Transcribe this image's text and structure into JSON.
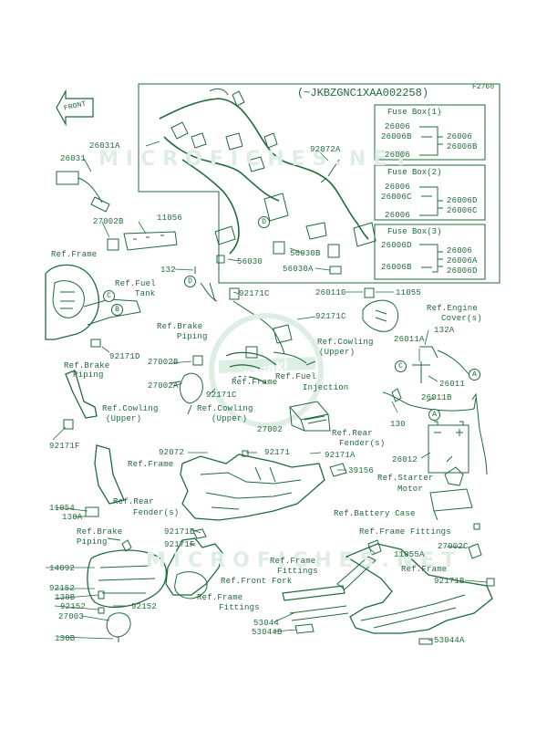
{
  "diagram": {
    "vin_range": "(~JKBZGNC1XAA002258)",
    "figure_code": "F2760",
    "watermark": "MICROFICHES.NET",
    "logo_text": "Kawasaki",
    "front_arrow": "FRONT",
    "colors": {
      "ink": "#1f6b3a",
      "watermark": "#dfeee5",
      "background": "#ffffff"
    },
    "fuse_boxes": [
      {
        "title": "Fuse Box(1)",
        "left": [
          "26006",
          "26006B",
          "26006"
        ],
        "right": [
          "26006",
          "26006B"
        ]
      },
      {
        "title": "Fuse Box(2)",
        "left": [
          "26006",
          "26006C",
          "26006"
        ],
        "right": [
          "26006D",
          "26006C"
        ]
      },
      {
        "title": "Fuse Box(3)",
        "left": [
          "26006D",
          "26006B"
        ],
        "right": [
          "26006",
          "26006A",
          "26006D"
        ]
      }
    ],
    "part_labels": {
      "p26031A": "26031A",
      "p26031": "26031",
      "p27002B_a": "27002B",
      "p11056": "11056",
      "p92072A": "92072A",
      "p56030B": "56030B",
      "p56030": "56030",
      "p56030A": "56030A",
      "p132": "132",
      "p92171C_a": "92171C",
      "p26011C": "26011C",
      "p11055": "11055",
      "p92171C_b": "92171C",
      "p132A": "132A",
      "p26011A": "26011A",
      "p92171D": "92171D",
      "p27002B_b": "27002B",
      "p27002A": "27002A",
      "p92171C_c": "92171C",
      "p26011": "26011",
      "p26011B": "26011B",
      "p27002": "27002",
      "p130": "130",
      "p92171F_a": "92171F",
      "p92072": "92072",
      "p92171": "92171",
      "p92171A": "92171A",
      "p26012": "26012",
      "p39156": "39156",
      "p11054": "11054",
      "p130A": "130A",
      "p92171E": "92171E",
      "p92171F_b": "92171F",
      "p27002C": "27002C",
      "p14092": "14092",
      "p92152_a": "92152",
      "p130B_a": "130B",
      "p11055A": "11055A",
      "p92152_b": "92152",
      "p92152_c": "92152",
      "p92171B": "92171B",
      "p27003": "27003",
      "p53044": "53044",
      "p53044B": "53044B",
      "p130B_b": "130B",
      "p53044A": "53044A"
    },
    "ref_labels": {
      "r_frame_1": "Ref.Frame",
      "r_fuel_tank_1": "Ref.Fuel",
      "r_fuel_tank_2": "Tank",
      "r_brake_piping_1a": "Ref.Brake",
      "r_brake_piping_1b": "Piping",
      "r_brake_piping_2a": "Ref.Brake",
      "r_brake_piping_2b": "Piping",
      "r_engine_cover_a": "Ref.Engine",
      "r_engine_cover_b": "Cover(s)",
      "r_cowling_upper_1a": "Ref.Cowling",
      "r_cowling_upper_1b": "(Upper)",
      "r_fuel_injection_a": "Ref.Fuel",
      "r_fuel_injection_b": "Injection",
      "r_frame_2": "Ref.Frame",
      "r_cowling_upper_2a": "Ref.Cowling",
      "r_cowling_upper_2b": "(Upper)",
      "r_cowling_upper_3a": "Ref.Cowling",
      "r_cowling_upper_3b": "(Upper)",
      "r_rear_fender_1a": "Ref.Rear",
      "r_rear_fender_1b": "Fender(s)",
      "r_frame_3": "Ref.Frame",
      "r_starter_motor_a": "Ref.Starter",
      "r_starter_motor_b": "Motor",
      "r_rear_fender_2a": "Ref.Rear",
      "r_rear_fender_2b": "Fender(s)",
      "r_battery_case": "Ref.Battery Case",
      "r_brake_piping_3a": "Ref.Brake",
      "r_brake_piping_3b": "Piping",
      "r_frame_fittings_1": "Ref.Frame Fittings",
      "r_front_fork": "Ref.Front Fork",
      "r_frame_fittings_2a": "Ref.Frame",
      "r_frame_fittings_2b": "Fittings",
      "r_frame_4": "Ref.Frame",
      "r_frame_fittings_3a": "Ref.Frame",
      "r_frame_fittings_3b": "Fittings"
    },
    "circle_markers": {
      "c1": "D",
      "c2": "C",
      "c3": "B",
      "c4": "D",
      "c5": "C",
      "c6": "A",
      "c7": "A"
    }
  }
}
